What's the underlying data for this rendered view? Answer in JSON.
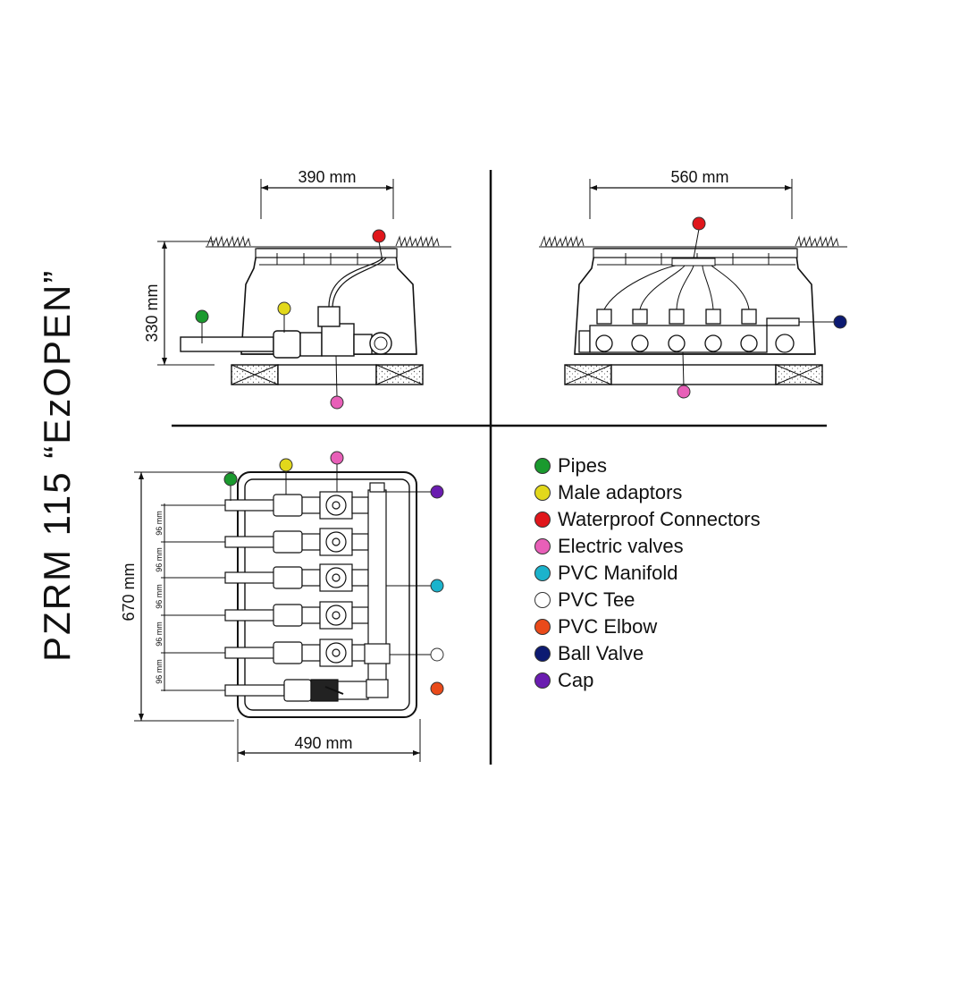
{
  "title": "PZRM 115 “EzOPEN”",
  "dimensions": {
    "side_width": "390 mm",
    "side_height": "330 mm",
    "front_width": "560 mm",
    "top_width": "490 mm",
    "top_height": "670 mm",
    "spacing": "96 mm"
  },
  "legend": [
    {
      "label": "Pipes",
      "color": "#1a9a2e"
    },
    {
      "label": "Male adaptors",
      "color": "#e2d81b"
    },
    {
      "label": "Waterproof Connectors",
      "color": "#e0161b"
    },
    {
      "label": "Electric valves",
      "color": "#e85fb8"
    },
    {
      "label": "PVC Manifold",
      "color": "#1bb3cc"
    },
    {
      "label": "PVC Tee",
      "color": "#ffffff"
    },
    {
      "label": "PVC Elbow",
      "color": "#ea4a1a"
    },
    {
      "label": "Ball Valve",
      "color": "#0c1a72"
    },
    {
      "label": "Cap",
      "color": "#6a1cb0"
    }
  ]
}
